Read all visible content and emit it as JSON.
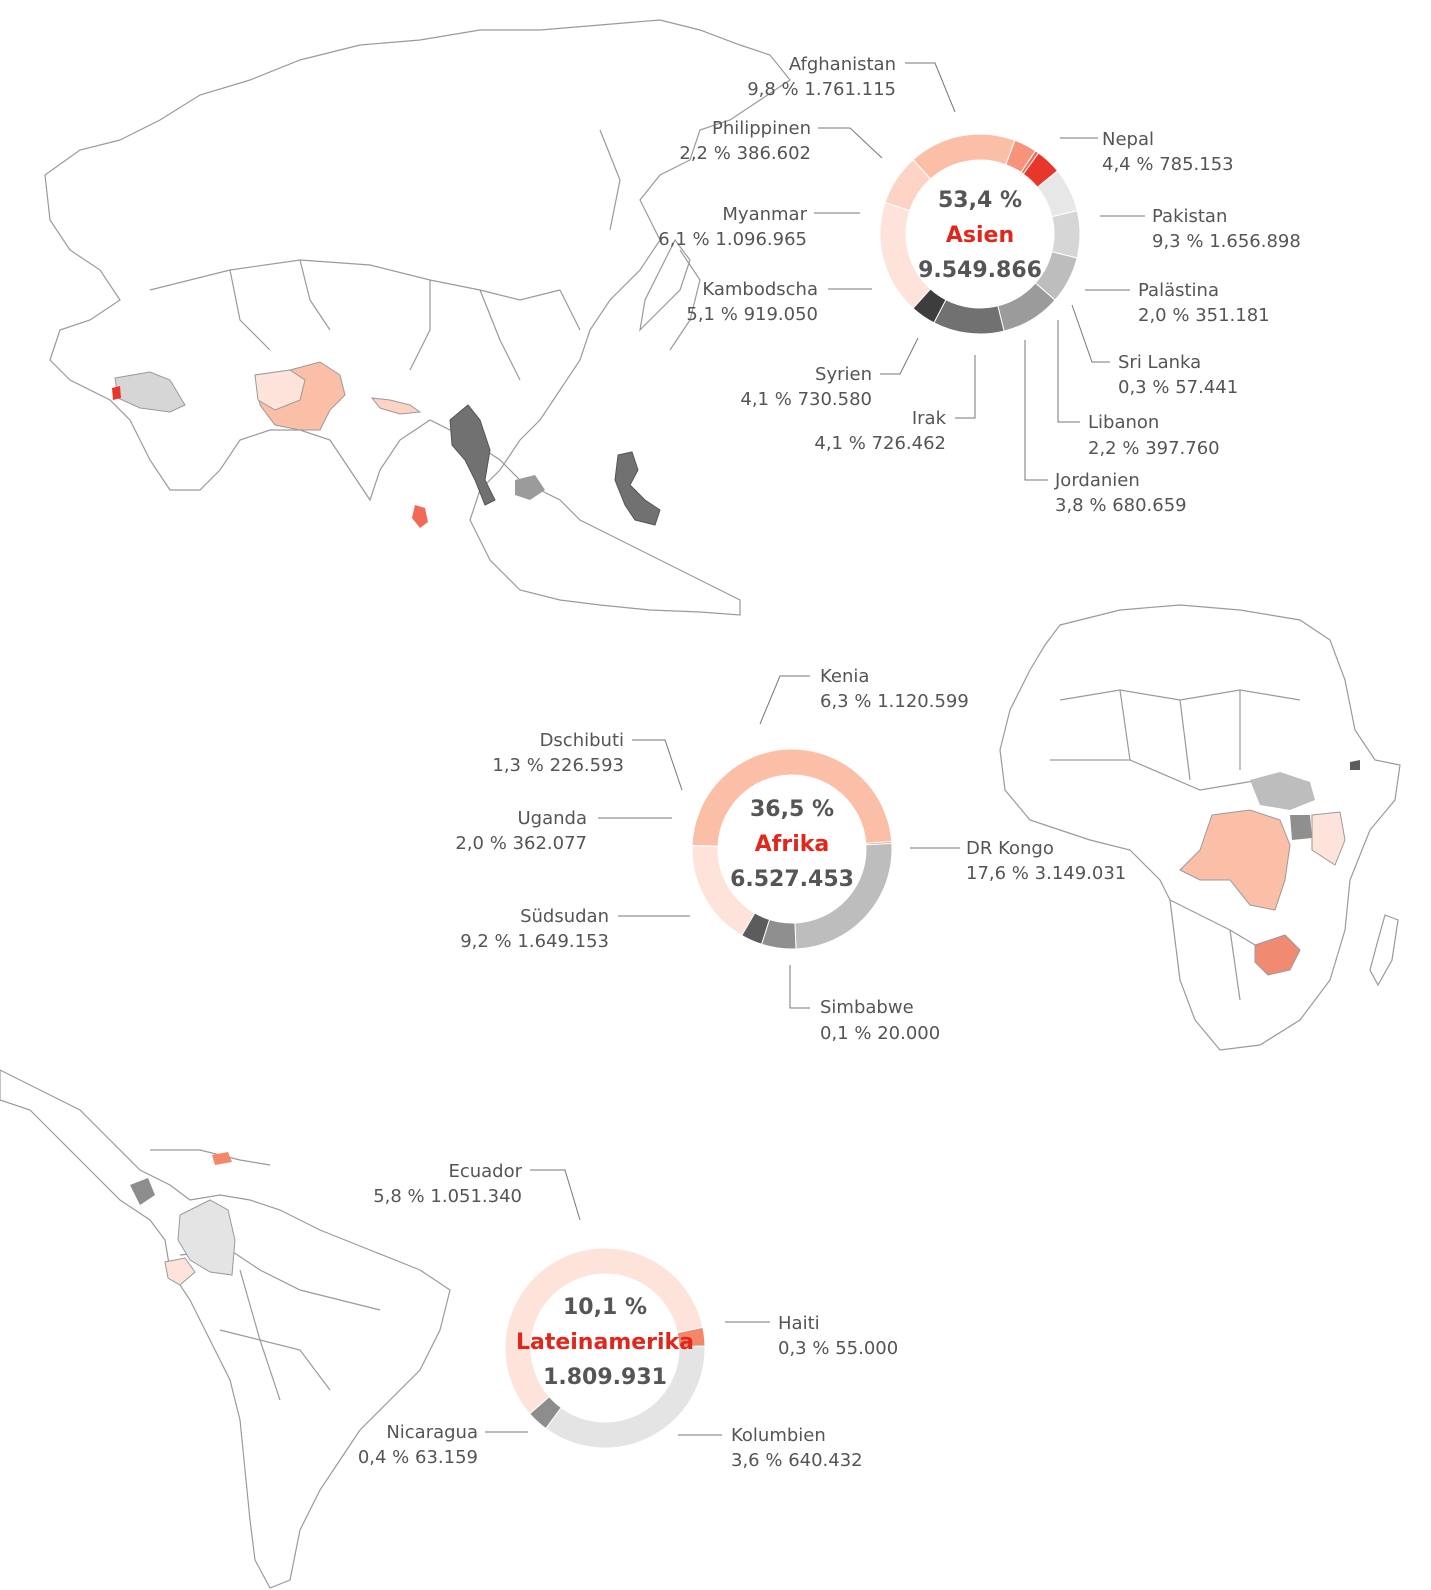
{
  "colors": {
    "text": "#555555",
    "region": "#e1261c",
    "map_stroke": "#9a9a9a",
    "leader": "#777777"
  },
  "chart_data": [
    {
      "type": "pie",
      "center_percent": "53,4 %",
      "region": "Asien",
      "total": "9.549.866",
      "slices": [
        {
          "name": "Afghanistan",
          "percent": 9.8,
          "percent_label": "9,8 %",
          "value": 1761115,
          "value_label": "1.761.115",
          "color": "#fde3da"
        },
        {
          "name": "Nepal",
          "percent": 4.4,
          "percent_label": "4,4 %",
          "value": 785153,
          "value_label": "785.153",
          "color": "#fcd3c4"
        },
        {
          "name": "Pakistan",
          "percent": 9.3,
          "percent_label": "9,3 %",
          "value": 1656898,
          "value_label": "1.656.898",
          "color": "#fbbfa8"
        },
        {
          "name": "Palästina",
          "percent": 2.0,
          "percent_label": "2,0 %",
          "value": 351181,
          "value_label": "351.181",
          "color": "#f7937a"
        },
        {
          "name": "Sri Lanka",
          "percent": 0.3,
          "percent_label": "0,3 %",
          "value": 57441,
          "value_label": "57.441",
          "color": "#f26a55"
        },
        {
          "name": "Libanon",
          "percent": 2.2,
          "percent_label": "2,2 %",
          "value": 397760,
          "value_label": "397.760",
          "color": "#e8372a"
        },
        {
          "name": "Jordanien",
          "percent": 3.8,
          "percent_label": "3,8 %",
          "value": 680659,
          "value_label": "680.659",
          "color": "#e7e7e8"
        },
        {
          "name": "Irak",
          "percent": 4.1,
          "percent_label": "4,1 %",
          "value": 726462,
          "value_label": "726.462",
          "color": "#d6d6d7"
        },
        {
          "name": "Syrien",
          "percent": 4.1,
          "percent_label": "4,1 %",
          "value": 730580,
          "value_label": "730.580",
          "color": "#bdbdbe"
        },
        {
          "name": "Kambodscha",
          "percent": 5.1,
          "percent_label": "5,1 %",
          "value": 919050,
          "value_label": "919.050",
          "color": "#9b9b9c"
        },
        {
          "name": "Myanmar",
          "percent": 6.1,
          "percent_label": "6,1 %",
          "value": 1096965,
          "value_label": "1.096.965",
          "color": "#717172"
        },
        {
          "name": "Philippinen",
          "percent": 2.2,
          "percent_label": "2,2 %",
          "value": 386602,
          "value_label": "386.602",
          "color": "#3d3d3e"
        }
      ]
    },
    {
      "type": "pie",
      "center_percent": "36,5 %",
      "region": "Afrika",
      "total": "6.527.453",
      "slices": [
        {
          "name": "DR Kongo",
          "percent": 17.6,
          "percent_label": "17,6 %",
          "value": 3149031,
          "value_label": "3.149.031",
          "color": "#fbbfa8"
        },
        {
          "name": "Simbabwe",
          "percent": 0.1,
          "percent_label": "0,1 %",
          "value": 20000,
          "value_label": "20.000",
          "color": "#f08a70"
        },
        {
          "name": "Südsudan",
          "percent": 9.2,
          "percent_label": "9,2 %",
          "value": 1649153,
          "value_label": "1.649.153",
          "color": "#bdbdbe"
        },
        {
          "name": "Uganda",
          "percent": 2.0,
          "percent_label": "2,0 %",
          "value": 362077,
          "value_label": "362.077",
          "color": "#8f8f90"
        },
        {
          "name": "Dschibuti",
          "percent": 1.3,
          "percent_label": "1,3 %",
          "value": 226593,
          "value_label": "226.593",
          "color": "#5c5c5d"
        },
        {
          "name": "Kenia",
          "percent": 6.3,
          "percent_label": "6,3 %",
          "value": 1120599,
          "value_label": "1.120.599",
          "color": "#fde3da"
        }
      ]
    },
    {
      "type": "pie",
      "center_percent": "10,1 %",
      "region": "Lateinamerika",
      "total": "1.809.931",
      "slices": [
        {
          "name": "Haiti",
          "percent": 0.3,
          "percent_label": "0,3 %",
          "value": 55000,
          "value_label": "55.000",
          "color": "#f4876a"
        },
        {
          "name": "Kolumbien",
          "percent": 3.6,
          "percent_label": "3,6 %",
          "value": 640432,
          "value_label": "640.432",
          "color": "#e4e4e5"
        },
        {
          "name": "Nicaragua",
          "percent": 0.4,
          "percent_label": "0,4 %",
          "value": 63159,
          "value_label": "63.159",
          "color": "#8d8d8e"
        },
        {
          "name": "Ecuador",
          "percent": 5.8,
          "percent_label": "5,8 %",
          "value": 1051340,
          "value_label": "1.051.340",
          "color": "#fde3da"
        }
      ]
    }
  ]
}
